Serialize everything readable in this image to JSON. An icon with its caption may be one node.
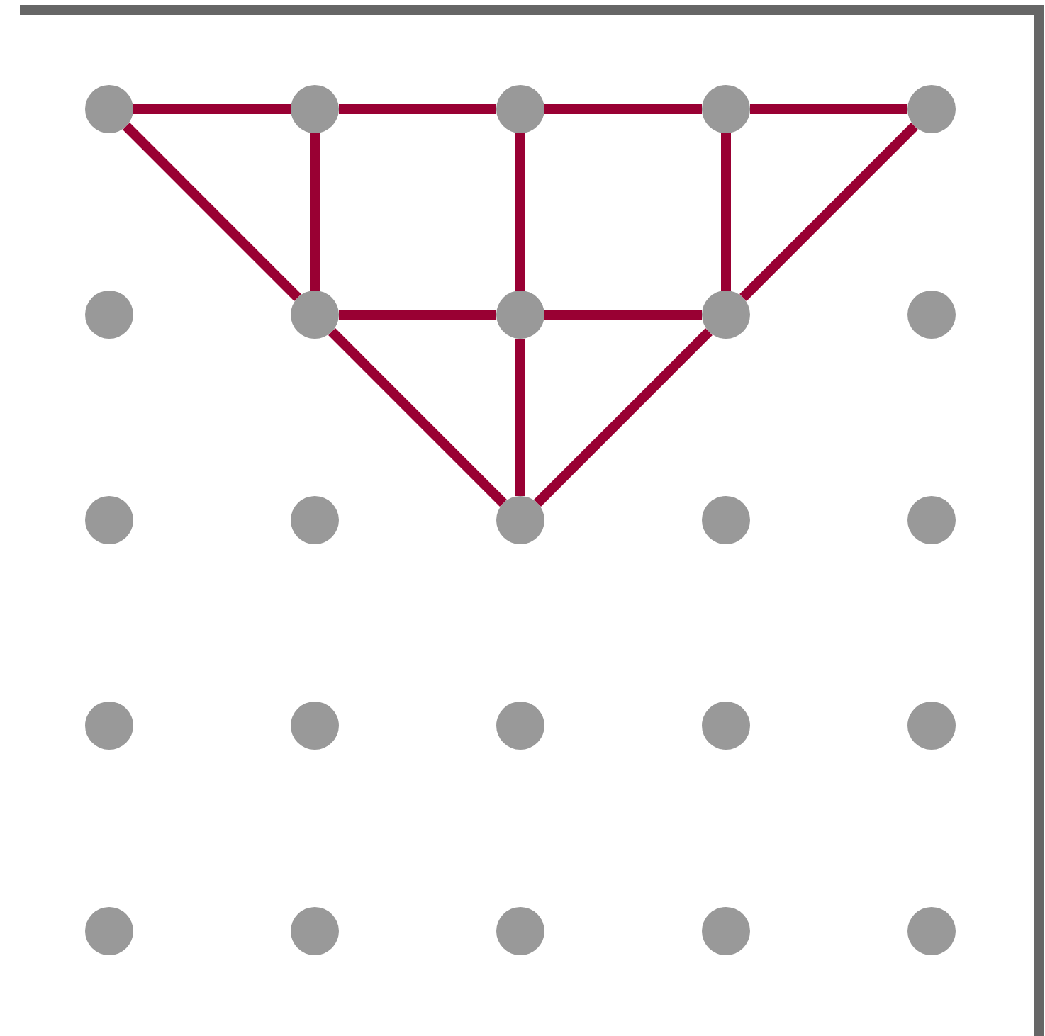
{
  "diagram": {
    "nodes": [
      {
        "text": [],
        "shape": "circle"
      },
      {
        "text": [],
        "shape": "circle"
      },
      {
        "text": [],
        "shape": "circle"
      },
      {
        "text": [],
        "shape": "circle"
      },
      {
        "text": [],
        "shape": "circle"
      },
      {
        "text": [],
        "shape": "circle"
      },
      {
        "text": [],
        "shape": "circle"
      },
      {
        "text": [],
        "shape": "circle"
      },
      {
        "text": [],
        "shape": "circle"
      },
      {
        "text": [],
        "shape": "circle"
      },
      {
        "text": [],
        "shape": "circle"
      },
      {
        "text": [],
        "shape": "circle"
      },
      {
        "text": [],
        "shape": "circle"
      },
      {
        "text": [],
        "shape": "circle"
      },
      {
        "text": [],
        "shape": "circle"
      },
      {
        "text": [],
        "shape": "circle"
      },
      {
        "text": [],
        "shape": "circle"
      },
      {
        "text": [],
        "shape": "circle"
      },
      {
        "text": [],
        "shape": "circle"
      },
      {
        "text": [],
        "shape": "circle"
      },
      {
        "text": [],
        "shape": "circle"
      },
      {
        "text": [],
        "shape": "circle"
      },
      {
        "text": [],
        "shape": "circle"
      },
      {
        "text": [],
        "shape": "circle"
      },
      {
        "text": [],
        "shape": "circle"
      }
    ],
    "edges": [
      {
        "from": 0,
        "to": 1,
        "arrow": "none"
      },
      {
        "from": 1,
        "to": 2,
        "arrow": "none"
      },
      {
        "from": 2,
        "to": 3,
        "arrow": "none"
      },
      {
        "from": 3,
        "to": 4,
        "arrow": "none"
      },
      {
        "from": 0,
        "to": 6,
        "arrow": "none"
      },
      {
        "from": 6,
        "to": 12,
        "arrow": "none"
      },
      {
        "from": 4,
        "to": 8,
        "arrow": "none"
      },
      {
        "from": 8,
        "to": 12,
        "arrow": "none"
      },
      {
        "from": 1,
        "to": 6,
        "arrow": "none"
      },
      {
        "from": 2,
        "to": 7,
        "arrow": "none"
      },
      {
        "from": 7,
        "to": 12,
        "arrow": "none"
      },
      {
        "from": 3,
        "to": 8,
        "arrow": "none"
      },
      {
        "from": 6,
        "to": 7,
        "arrow": "none"
      },
      {
        "from": 7,
        "to": 8,
        "arrow": "none"
      }
    ]
  }
}
